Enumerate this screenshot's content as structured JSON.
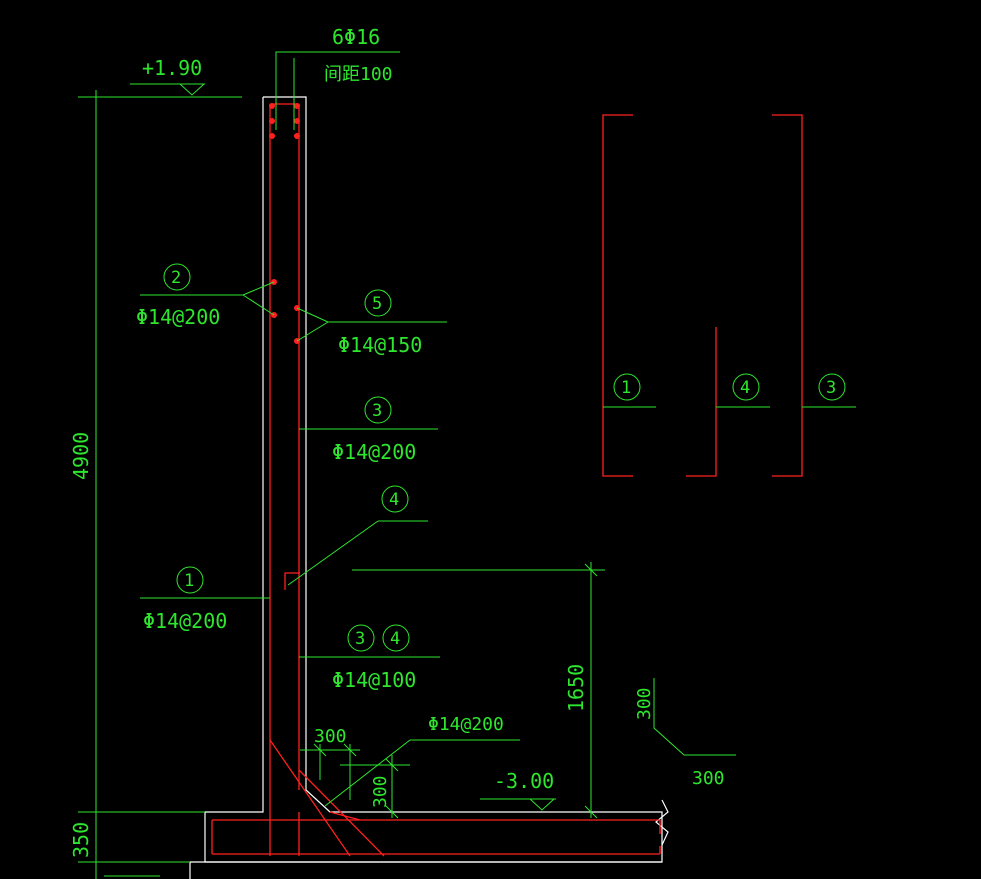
{
  "colors": {
    "background": "#000000",
    "concrete_outline": "#ffffff",
    "rebar": "#ff2020",
    "annotation": "#2ee62e"
  },
  "labels": {
    "top_bars": "6Φ16",
    "top_bars_spacing": "间距100",
    "elev_top": "+1.90",
    "dim_height": "4900",
    "dim_base": "350",
    "bar2_num": "2",
    "bar2_spec": "Φ14@200",
    "bar5_num": "5",
    "bar5_spec": "Φ14@150",
    "bar3_num": "3",
    "bar3_spec": "Φ14@200",
    "bar4_num": "4",
    "bar1_num": "1",
    "bar1_spec": "Φ14@200",
    "bar34_num_a": "3",
    "bar34_num_b": "4",
    "bar34_spec": "Φ14@100",
    "haunch_w": "300",
    "haunch_h": "300",
    "haunch_bar_spec": "Φ14@200",
    "dim_1650": "1650",
    "elev_bottom": "-3.00",
    "detail_h": "300",
    "detail_w": "300",
    "legend_1": "1",
    "legend_4": "4",
    "legend_3": "3"
  }
}
